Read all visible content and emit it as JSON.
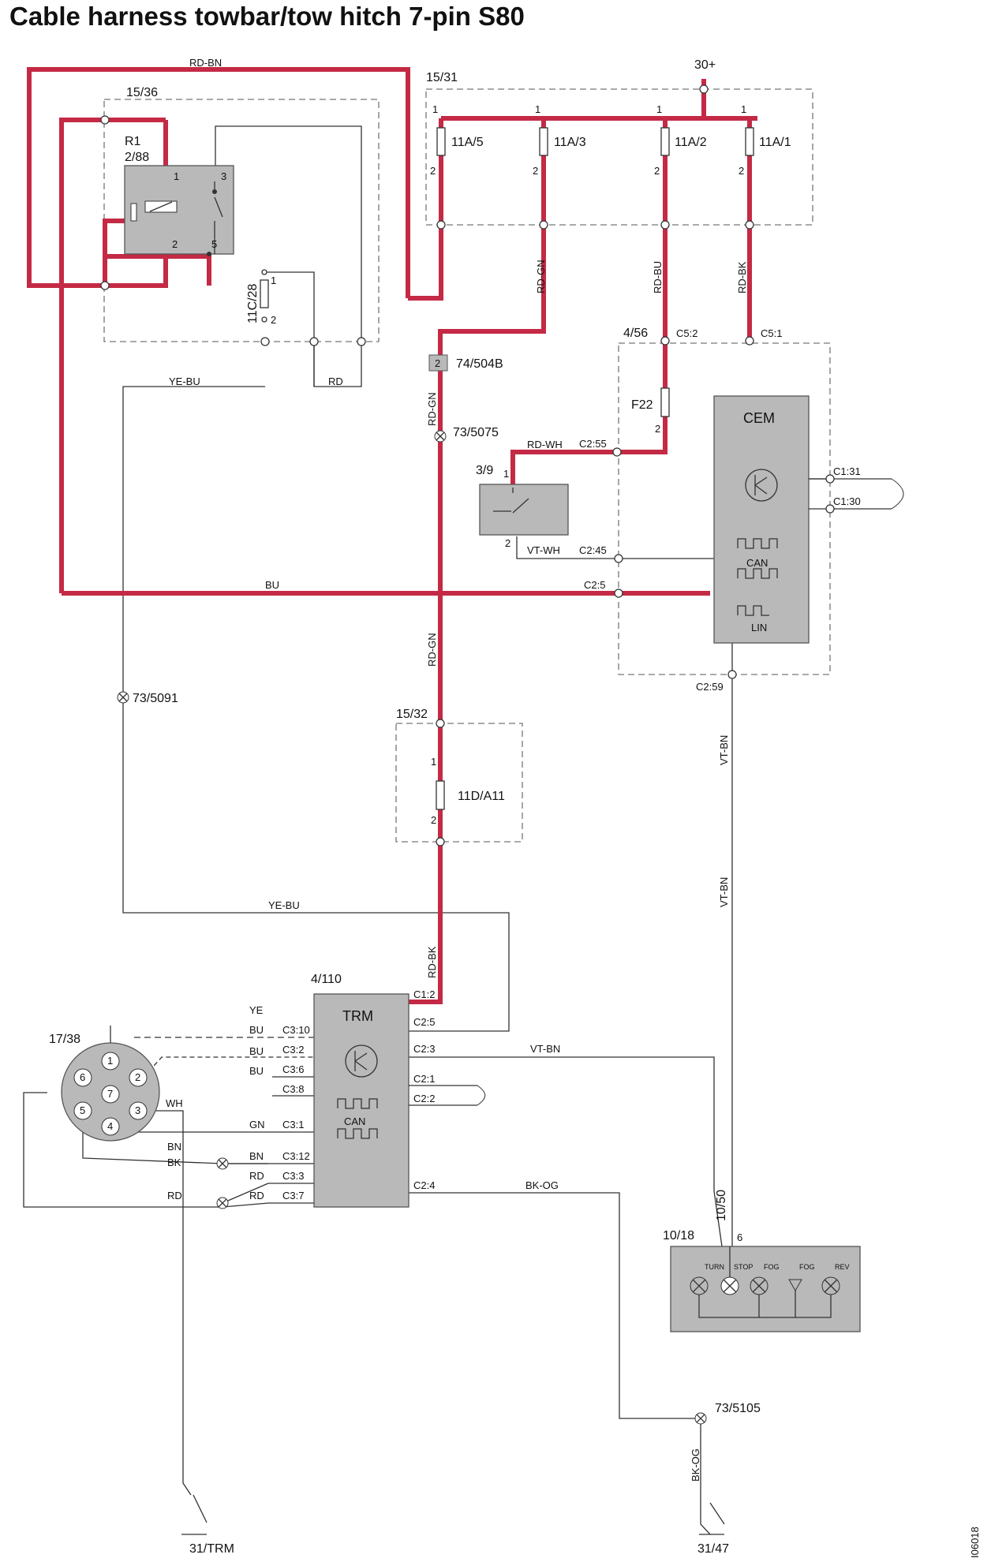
{
  "title": "Cable harness towbar/tow hitch 7-pin S80",
  "image_code": "I06018",
  "wires": {
    "rd_bn": "RD-BN",
    "rd_gn": "RD-GN",
    "rd_bu": "RD-BU",
    "rd_bk": "RD-BK",
    "rd_wh": "RD-WH",
    "vt_wh": "VT-WH",
    "bu": "BU",
    "rd": "RD",
    "ye_bu": "YE-BU",
    "vt_bn": "VT-BN",
    "bk_og": "BK-OG",
    "ye": "YE",
    "gn": "GN",
    "wh": "WH",
    "bn": "BN",
    "bk": "BK"
  },
  "components": {
    "power": "30+",
    "fuse_box": "15/31",
    "fuses": [
      "11A/5",
      "11A/3",
      "11A/2",
      "11A/1"
    ],
    "relay_box": "15/36",
    "relay_name": "R1",
    "relay_id": "2/88",
    "relay_item": "11C/28",
    "connector_74": "74/504B",
    "connector_74_pin": "2",
    "splice_5075": "73/5075",
    "splice_5091": "73/5091",
    "splice_5105": "73/5105",
    "switch": "3/9",
    "cem_box": "4/56",
    "cem": "CEM",
    "can": "CAN",
    "lin": "LIN",
    "fuse_f22": "F22",
    "fuse_box_2": "15/32",
    "fuse_11d": "11D/A11",
    "trm_id": "4/110",
    "trm": "TRM",
    "socket": "17/38",
    "lamp_unit": "10/18",
    "lamp_conn": "10/50",
    "lamp_pin": "6",
    "lamps": [
      "TURN",
      "STOP",
      "FOG",
      "FOG",
      "REV"
    ],
    "ground_trm": "31/TRM",
    "ground_47": "31/47"
  },
  "pins": {
    "p1": "1",
    "p2": "2",
    "p3": "3",
    "p4": "4",
    "p5": "5",
    "p6": "6",
    "p7": "7",
    "cem_c52": "C5:2",
    "cem_c51": "C5:1",
    "cem_c255": "C2:55",
    "cem_c245": "C2:45",
    "cem_c25": "C2:5",
    "cem_c131": "C1:31",
    "cem_c130": "C1:30",
    "cem_c259": "C2:59",
    "trm_left": [
      "C3:10",
      "C3:2",
      "C3:6",
      "C3:8",
      "C3:1",
      "C3:12",
      "C3:3",
      "C3:7"
    ],
    "trm_right": [
      "C1:2",
      "C2:5",
      "C2:3",
      "C2:1",
      "C2:2",
      "C2:4"
    ]
  }
}
